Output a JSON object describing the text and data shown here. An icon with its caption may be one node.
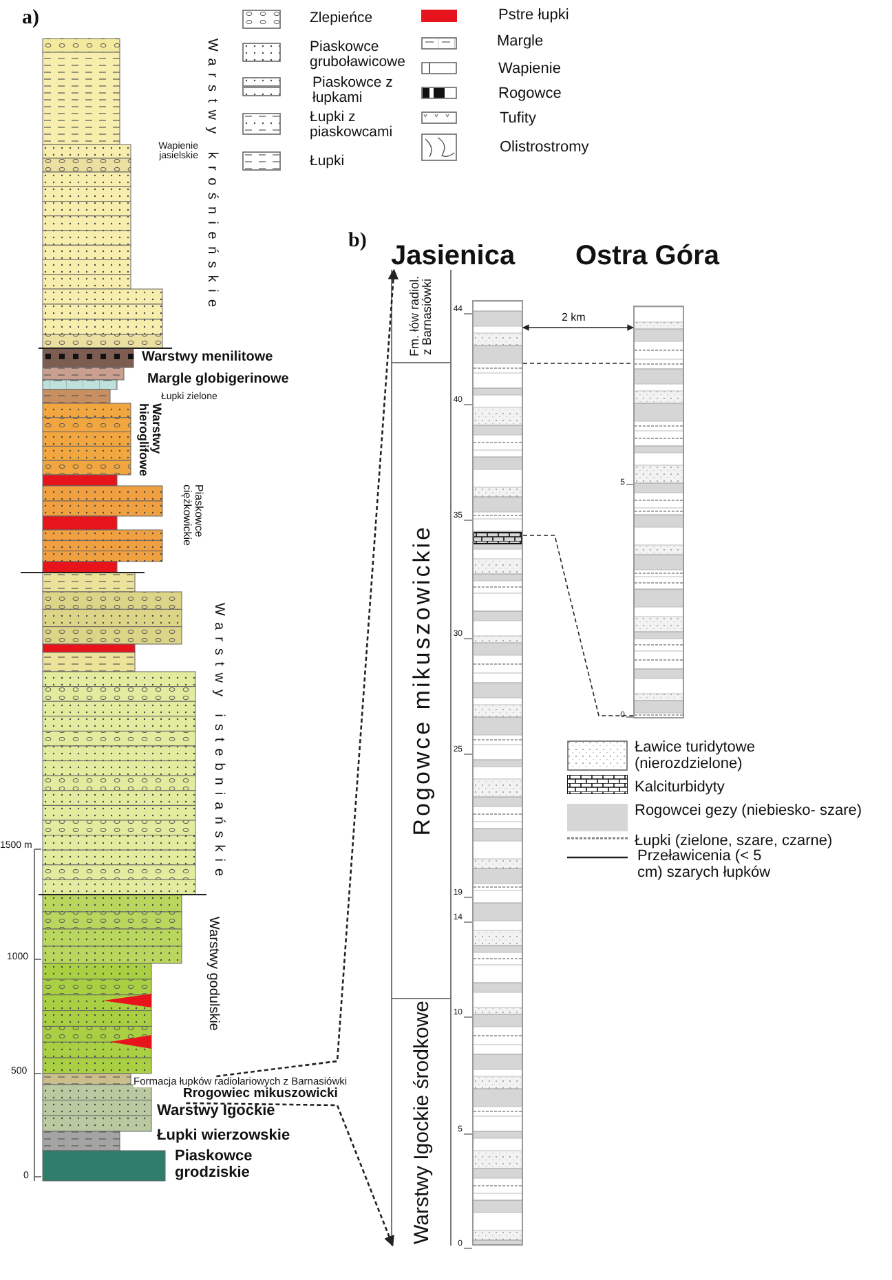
{
  "diagram": {
    "nodes": [
      {
        "text": [
          "Fm. łów radiol. z Barnasiówki"
        ]
      },
      {
        "text": [
          "Rogowce mikuszowickie"
        ]
      },
      {
        "text": [
          "Warstwy Igockie środkowe"
        ]
      },
      {
        "text": [],
        "shape": "bar"
      },
      {
        "text": [],
        "shape": "bar"
      },
      {
        "text": [
          "Formacja łupków radiolariowych z Barnasiówki"
        ]
      },
      {
        "text": [
          "Rrogowiec mikuszowicki"
        ]
      }
    ],
    "edges": [
      {
        "from": 5,
        "to": 0,
        "arrow": "to",
        "style": "dashed"
      },
      {
        "from": 6,
        "to": 2,
        "arrow": "to",
        "style": "dashed"
      },
      {
        "from": 3,
        "to": 4,
        "arrow": "none",
        "style": "dashed"
      },
      {
        "from": 3,
        "to": 4,
        "arrow": "none",
        "style": "dashed"
      },
      {
        "from": 3,
        "to": 4,
        "arrow": "both",
        "label": "2 km"
      }
    ],
    "labels": [
      "a)",
      "Warstwy krośnieńskie",
      "Wapienie jasielskie",
      "b)",
      "Jasienica",
      "Ostra Góra",
      "Warstwy menilitowe",
      "Margle globigerinowe",
      "Łupki zielone",
      "Warstwy hieroglifowe",
      "Piaskowce ciężkowickie",
      "Warstwy istebniańskie",
      "1500 m",
      "Warstwy godulskie",
      "1000",
      "500",
      "Warstwy Igockie",
      "Łupki wierzowskie",
      "Piaskowce grodziskie",
      "0",
      "44",
      "40",
      "35",
      "30",
      "25",
      "19",
      "14",
      "10",
      "5",
      "0",
      "5",
      "0"
    ],
    "legend": [
      {
        "text": "Zlepieńce"
      },
      {
        "text": "Piaskowce gruboławicowe"
      },
      {
        "text": "Piaskowce z łupkami"
      },
      {
        "text": "Łupki z piaskowcami"
      },
      {
        "text": "Łupki"
      },
      {
        "text": "Pstre łupki",
        "color": "#e8141c"
      },
      {
        "text": "Margle"
      },
      {
        "text": "Wapienie"
      },
      {
        "text": "Rogowce"
      },
      {
        "text": "Tufity"
      },
      {
        "text": "Olistrostromy"
      },
      {
        "text": "Ławice turidytowe (nierozdzielone)"
      },
      {
        "text": "Kalciturbidyty"
      },
      {
        "text": "Rogowcei gezy (niebiesko- szare)",
        "color": "#d6d6d6"
      },
      {
        "text": "Łupki (zielone, szare, czarne)"
      },
      {
        "text": "Przeławicenia (< 5 cm) szarych łupków"
      }
    ]
  }
}
